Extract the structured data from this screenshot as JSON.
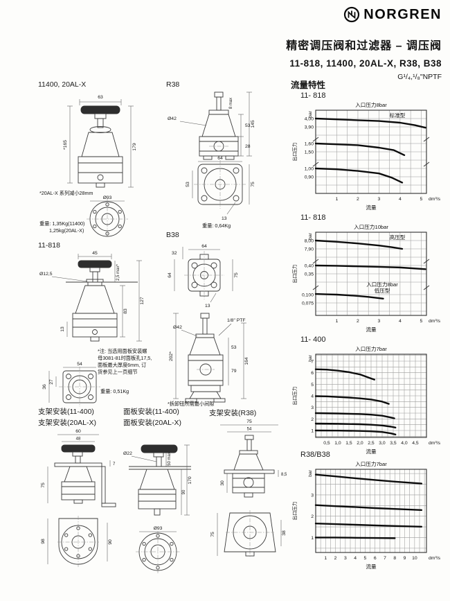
{
  "header": {
    "brand": "NORGREN",
    "title": "精密调压阀和过滤器 – 调压阀",
    "models": "11-818, 11400, 20AL-X, R38, B38",
    "thread": "G¹/₄,¹/₈\"NPTF",
    "section_flow": "流量特性"
  },
  "drawings": {
    "d1": {
      "title": "11400, 20AL-X",
      "dim_top": "63",
      "dim_left": "*165",
      "dim_right": "179",
      "note": "*20AL-X 系列减小28mm",
      "dim_flange": "Ø93",
      "weight1": "重量: 1,35Kg(11400)",
      "weight2": "1,25kg(20AL-X)"
    },
    "d2": {
      "title": "R38",
      "dim_dia": "Ø42",
      "dim_stem": "8 max",
      "dim_h": "145",
      "dim_a": "53",
      "dim_b": "28",
      "dim_sq_top": "64",
      "dim_sq_right": "75",
      "dim_sq_left": "53",
      "dim_chamfer": "13",
      "weight": "重量: 0,64Kg"
    },
    "d3": {
      "title": "11-818",
      "dim_top": "45",
      "dim_stem": "2,5 max*",
      "dim_dia": "Ø12,5",
      "dim_left": "13",
      "dim_body": "83",
      "dim_h": "127",
      "note1": "*注: 当选用面板安装螺",
      "note2": "母3081-81时面板孔17,5,",
      "note3": "面板最大厚度6mm, 订",
      "note4": "货参见上一页细节",
      "dim_sq_top": "54",
      "dim_sq_l1": "27",
      "dim_sq_l2": "36",
      "weight": "重量: 0,51Kg"
    },
    "d4": {
      "title": "B38",
      "dim_tab": "32",
      "dim_sq_top": "64",
      "dim_sq_left": "64",
      "dim_sq_right": "75",
      "dim_chamfer": "13",
      "dim_dia": "Ø42",
      "dim_port": "1/8\" PTF",
      "dim_total": "202*",
      "dim_a": "53",
      "dim_b": "79",
      "dim_h": "164",
      "note": "*拆卸钮所需最小间隙"
    },
    "m1": {
      "title1": "支架安装(11-400)",
      "title2": "支架安装(20AL-X)",
      "dim_top": "60",
      "dim_inner": "48",
      "dim_left": "75",
      "dim_gap": "7",
      "dim_bv_left": "98",
      "dim_bv_right": "90"
    },
    "m2": {
      "title1": "面板安装(11-400)",
      "title2": "面板安装(20AL-X)",
      "dim_dia": "Ø22",
      "dim_stem": "50 max",
      "dim_right": "170",
      "dim_inner": "90",
      "dim_flange": "Ø93"
    },
    "m3": {
      "title": "支架安装(R38)",
      "dim_top": "75",
      "dim_inner": "54",
      "dim_right": "8,5",
      "dim_left": "30",
      "dim_bv_left": "75",
      "dim_bv_right": "38"
    }
  },
  "chart_data": [
    {
      "model": "11- 818",
      "type": "line",
      "title": "入口压力8bar",
      "xlabel": "流量",
      "ylabel": "出口压力",
      "y_unit": "bar",
      "x_unit": "dm³/s",
      "x_max": 5.25,
      "x_grid_step": 0.5,
      "x_tick_values": [
        1,
        2,
        3,
        4,
        5
      ],
      "x_tick_labels": [
        "1",
        "2",
        "3",
        "4",
        "5"
      ],
      "broken_axis": true,
      "bands": [
        {
          "tick_labels": [
            "4,00",
            "3,90"
          ],
          "tick_values": [
            4.0,
            3.9
          ]
        },
        {
          "tick_labels": [
            "1,60",
            "1,50"
          ],
          "tick_values": [
            1.6,
            1.5
          ]
        },
        {
          "tick_labels": [
            "1,00",
            "0,90"
          ],
          "tick_values": [
            1.0,
            0.9
          ]
        }
      ],
      "annotations": [
        "标准型"
      ],
      "series": [
        {
          "band": 0,
          "x": [
            0,
            1,
            2,
            3,
            4,
            4.7,
            5.2
          ],
          "y": [
            4.0,
            3.99,
            3.98,
            3.97,
            3.95,
            3.92,
            3.89
          ]
        },
        {
          "band": 1,
          "x": [
            0,
            1,
            2,
            3,
            3.7,
            4.2
          ],
          "y": [
            1.6,
            1.59,
            1.58,
            1.55,
            1.52,
            1.46
          ]
        },
        {
          "band": 2,
          "x": [
            0,
            1,
            2,
            3,
            3.6,
            4.1
          ],
          "y": [
            1.0,
            0.99,
            0.97,
            0.94,
            0.89,
            0.83
          ]
        }
      ]
    },
    {
      "model": "11- 818",
      "type": "line",
      "title": "入口压力10bar",
      "xlabel": "流量",
      "ylabel": "出口压力",
      "y_unit": "bar",
      "x_unit": "dm³/s",
      "x_max": 5.25,
      "x_grid_step": 0.5,
      "x_tick_values": [
        1,
        2,
        3,
        4,
        5
      ],
      "x_tick_labels": [
        "1",
        "2",
        "3",
        "4",
        "5"
      ],
      "broken_axis": true,
      "bands": [
        {
          "tick_labels": [
            "8,00",
            "7,90"
          ],
          "tick_values": [
            8.0,
            7.9
          ]
        },
        {
          "tick_labels": [
            "0,40",
            "0,35"
          ],
          "tick_values": [
            0.4,
            0.35
          ]
        },
        {
          "tick_labels": [
            "0,100",
            "0,075"
          ],
          "tick_values": [
            0.1,
            0.075
          ]
        }
      ],
      "annotations": [
        "高压型",
        "入口压力8bar",
        "低压型"
      ],
      "series": [
        {
          "band": 0,
          "x": [
            0,
            1,
            2,
            3,
            3.6,
            4.1
          ],
          "y": [
            8.0,
            7.985,
            7.965,
            7.94,
            7.92,
            7.9
          ]
        },
        {
          "band": 1,
          "x": [
            0,
            1,
            2,
            3,
            4,
            5.2
          ],
          "y": [
            0.4,
            0.398,
            0.395,
            0.392,
            0.388,
            0.378
          ]
        },
        {
          "band": 2,
          "x": [
            0,
            0.5,
            1,
            1.5,
            2,
            2.5,
            3.2
          ],
          "y": [
            0.102,
            0.101,
            0.1,
            0.098,
            0.096,
            0.093,
            0.088
          ]
        }
      ]
    },
    {
      "model": "11- 400",
      "type": "line",
      "title": "入口压力7bar",
      "xlabel": "流量",
      "ylabel": "出口压力",
      "y_unit": "bar",
      "x_unit": "dm³/s",
      "x_max": 5.0,
      "x_grid_step": 0.25,
      "x_tick_values": [
        0.5,
        1,
        1.5,
        2,
        2.5,
        3,
        3.5,
        4,
        4.5
      ],
      "x_tick_labels": [
        "0,5",
        "1,0",
        "1,5",
        "2,0",
        "2,5",
        "3,0",
        "3,5",
        "4,0",
        "4,5"
      ],
      "broken_axis": false,
      "y_min": 0.4,
      "y_max": 7.6,
      "y_grid_step": 0.5,
      "y_tick_values": [
        1,
        2,
        3,
        4,
        5,
        6,
        7
      ],
      "y_tick_labels": [
        "1",
        "2",
        "3",
        "4",
        "5",
        "6",
        "7"
      ],
      "annotations": [],
      "series": [
        {
          "x": [
            0,
            0.5,
            1,
            1.5,
            2,
            2.5,
            2.65
          ],
          "y": [
            6.3,
            6.27,
            6.18,
            6.05,
            5.85,
            5.5,
            5.4
          ]
        },
        {
          "x": [
            0,
            0.5,
            1,
            1.5,
            2,
            2.5,
            3,
            3.3
          ],
          "y": [
            3.97,
            3.95,
            3.9,
            3.85,
            3.78,
            3.68,
            3.5,
            3.3
          ]
        },
        {
          "x": [
            0,
            1,
            2,
            2.5,
            3,
            3.4,
            3.55
          ],
          "y": [
            2.5,
            2.47,
            2.42,
            2.37,
            2.28,
            2.12,
            2.05
          ]
        },
        {
          "x": [
            0,
            1,
            2,
            2.5,
            3,
            3.4,
            3.6
          ],
          "y": [
            1.6,
            1.58,
            1.54,
            1.5,
            1.43,
            1.33,
            1.25
          ]
        },
        {
          "x": [
            0,
            1,
            2,
            2.5,
            3,
            3.4,
            3.6
          ],
          "y": [
            1.0,
            0.99,
            0.96,
            0.93,
            0.87,
            0.75,
            0.65
          ]
        }
      ]
    },
    {
      "model": "R38/B38",
      "type": "line",
      "title": "入口压力7bar",
      "xlabel": "流量",
      "ylabel": "出口压力",
      "y_unit": "bar",
      "x_unit": "dm³/s",
      "x_max": 11.2,
      "x_grid_step": 0.5,
      "x_tick_values": [
        1,
        2,
        3,
        4,
        5,
        6,
        7,
        8,
        9,
        10
      ],
      "x_tick_labels": [
        "1",
        "2",
        "3",
        "4",
        "5",
        "6",
        "7",
        "8",
        "9",
        "10"
      ],
      "broken_axis": false,
      "y_min": 0.3,
      "y_max": 4.2,
      "y_grid_step": 0.5,
      "y_tick_values": [
        1,
        2,
        3
      ],
      "y_tick_labels": [
        "1",
        "2",
        "3"
      ],
      "annotations": [],
      "series": [
        {
          "x": [
            0,
            2,
            4,
            6,
            8,
            10.7
          ],
          "y": [
            3.95,
            3.87,
            3.78,
            3.7,
            3.62,
            3.53
          ]
        },
        {
          "x": [
            0,
            2,
            4,
            6,
            8,
            10.7
          ],
          "y": [
            2.52,
            2.47,
            2.43,
            2.38,
            2.34,
            2.29
          ]
        },
        {
          "x": [
            0,
            2,
            4,
            6,
            8,
            10.7
          ],
          "y": [
            1.66,
            1.63,
            1.6,
            1.57,
            1.54,
            1.51
          ]
        },
        {
          "x": [
            0,
            2,
            4,
            6,
            8
          ],
          "y": [
            1.0,
            1.0,
            0.99,
            0.98,
            0.97
          ]
        }
      ]
    }
  ]
}
